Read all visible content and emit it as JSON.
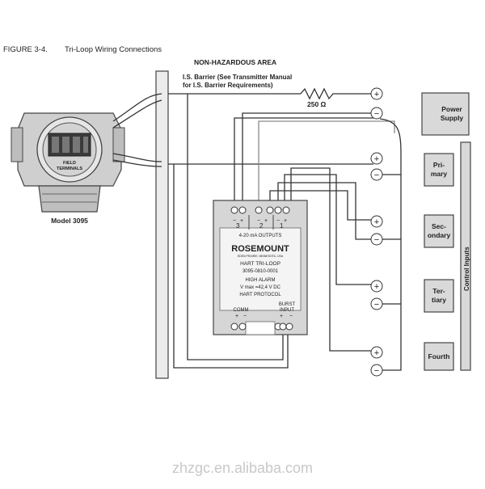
{
  "figure": {
    "number": "FIGURE 3-4.",
    "title": "Tri-Loop Wiring Connections"
  },
  "area_label": "NON-HAZARDOUS AREA",
  "barrier": {
    "line1": "I.S. Barrier (See Transmitter Manual",
    "line2": "for I.S. Barrier Requirements)"
  },
  "resistor_label": "250 Ω",
  "transmitter": {
    "terminal_label_line1": "FIELD",
    "terminal_label_line2": "TERMINALS",
    "model": "Model 3095"
  },
  "triloop": {
    "channels": [
      "3",
      "2",
      "1"
    ],
    "outputs_label": "4-20  mA  OUTPUTS",
    "brand": "ROSEMOUNT",
    "brand_sub": "EDEN PRAIRIE, MINNESOTA, USA",
    "name": "HART TRI-LOOP",
    "part": "3095-0810-0001",
    "alarm": "HIGH ALARM",
    "voltage": "V max =42,4 V DC",
    "protocol": "HART PROTOCOL",
    "comm_label": "COMM",
    "burst_label_line1": "BURST",
    "burst_label_line2": "INPUT",
    "plus": "+",
    "minus": "−"
  },
  "inputs": [
    {
      "label_lines": [
        "Power",
        "Supply"
      ]
    },
    {
      "label_lines": [
        "Pri-",
        "mary"
      ]
    },
    {
      "label_lines": [
        "Sec-",
        "ondary"
      ]
    },
    {
      "label_lines": [
        "Ter-",
        "tiary"
      ]
    },
    {
      "label_lines": [
        "Fourth"
      ]
    }
  ],
  "control_inputs_label": "Control Inputs",
  "terminal_symbols": {
    "plus": "+",
    "minus": "−"
  },
  "watermark": "zhzgc.en.alibaba.com"
}
